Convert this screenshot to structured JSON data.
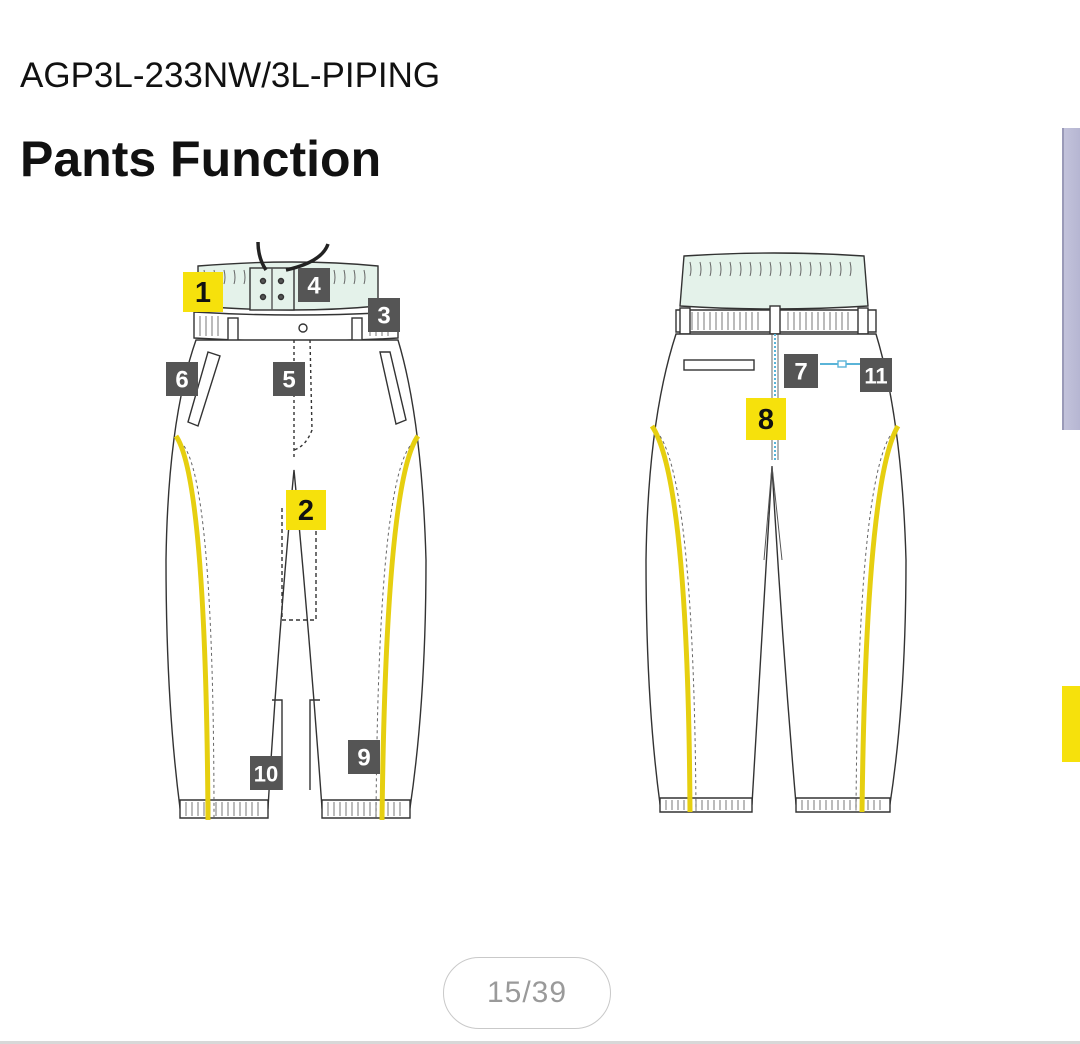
{
  "header": {
    "model_code": "AGP3L-233NW/3L-PIPING",
    "section_title": "Pants Function"
  },
  "callouts": {
    "n1": "1",
    "n2": "2",
    "n3": "3",
    "n4": "4",
    "n5": "5",
    "n6": "6",
    "n7": "7",
    "n8": "8",
    "n9": "9",
    "n10": "10",
    "n11": "11"
  },
  "pager": {
    "current": "15",
    "total": "39",
    "label": "15/39"
  },
  "colors": {
    "piping_yellow": "#f6e10c",
    "waist_mint": "#e4f2ea",
    "callout_dark": "#555555",
    "callout_highlight": "#f6e10c",
    "zipper_blue": "#5ab4d8"
  }
}
